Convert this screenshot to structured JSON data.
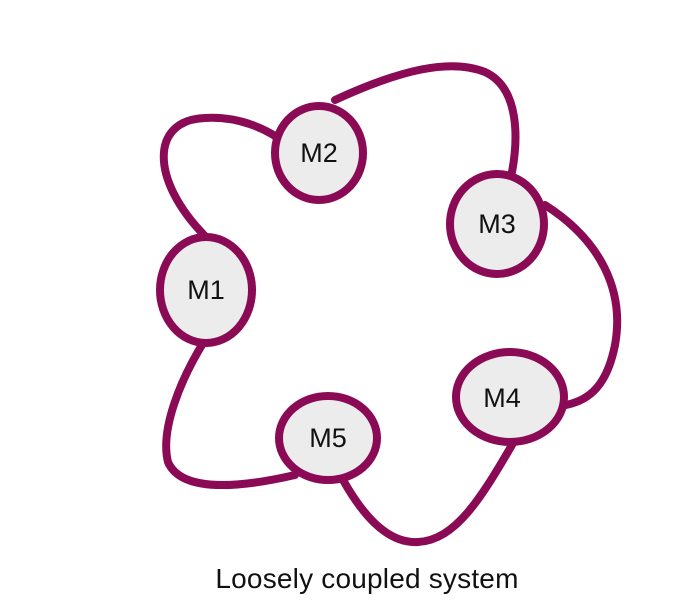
{
  "diagram": {
    "colors": {
      "link": "#8b0a55",
      "module_fill": "#ececec",
      "module_stroke": "#8b0a55",
      "label": "#111111"
    },
    "modules": [
      {
        "id": "m1",
        "label": "M1"
      },
      {
        "id": "m2",
        "label": "M2"
      },
      {
        "id": "m3",
        "label": "M3"
      },
      {
        "id": "m4",
        "label": "M4"
      },
      {
        "id": "m5",
        "label": "M5"
      }
    ],
    "links": [
      {
        "from": "M1",
        "to": "M2"
      },
      {
        "from": "M2",
        "to": "M3"
      },
      {
        "from": "M3",
        "to": "M4"
      },
      {
        "from": "M4",
        "to": "M5"
      },
      {
        "from": "M5",
        "to": "M1"
      }
    ],
    "caption": "Loosely coupled system"
  }
}
